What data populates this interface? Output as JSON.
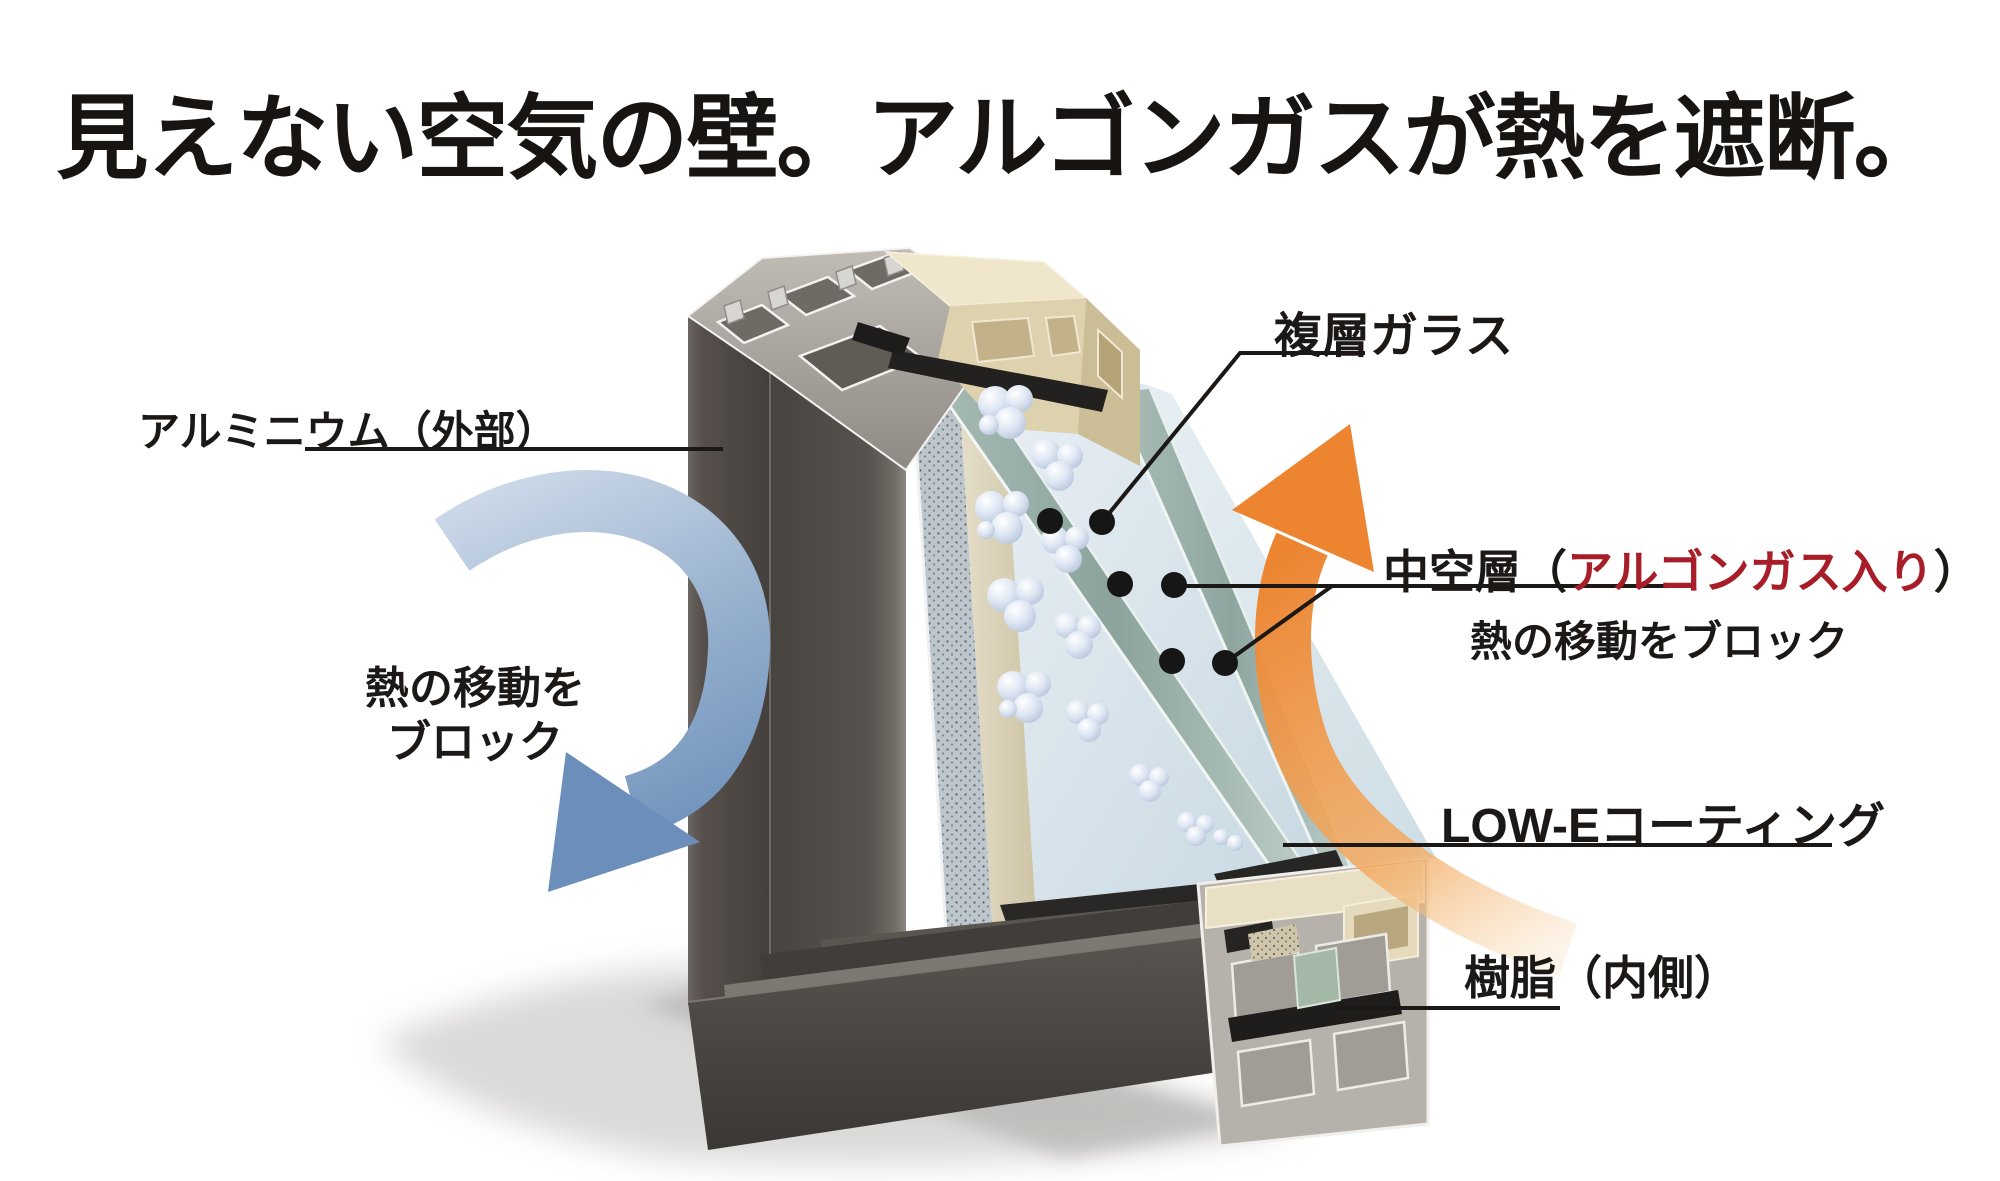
{
  "title": {
    "text": "見えない空気の壁。アルゴンガスが熱を遮断。"
  },
  "callouts": {
    "aluminum": {
      "label": "アルミニウム（外部）"
    },
    "multilayer_glass": {
      "label": "複層ガラス"
    },
    "air_layer": {
      "prefix": "中空層（",
      "highlight": "アルゴンガス入り",
      "suffix": "）",
      "sublabel": "熱の移動をブロック"
    },
    "lowe_coating": {
      "label": "LOW-Eコーティング"
    },
    "resin": {
      "label": "樹脂（内側）"
    },
    "heat_block_left": {
      "line1": "熱の移動を",
      "line2": "ブロック"
    }
  },
  "colors": {
    "text": "#1b1816",
    "highlight_red": "#a81e28",
    "blue_arrow": "#6e92bc",
    "orange_arrow": "#ec8430",
    "frame_aluminum_dark": "#4b4743",
    "frame_resin_beige": "#ddd1ae",
    "glass_blue": "#cfdfe8"
  }
}
